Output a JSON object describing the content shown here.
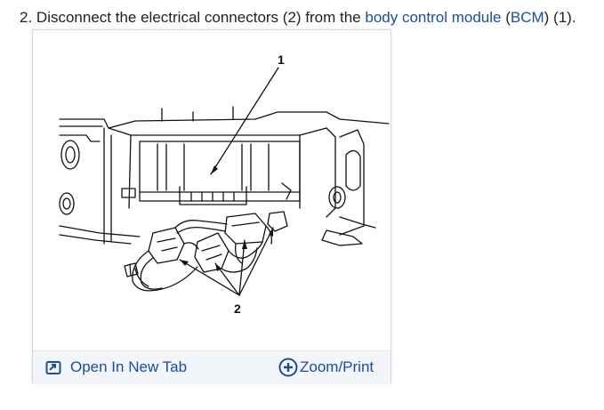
{
  "instruction": {
    "step_number": "2.",
    "text_before": "Disconnect the electrical connectors (2) from the",
    "link_text": "body control module",
    "text_middle": "(",
    "abbr_link": "BCM",
    "text_after": ") (1)."
  },
  "figure": {
    "callout_1": "1",
    "callout_2": "2",
    "open_new_tab": "Open In New Tab",
    "zoom_print": "Zoom/Print"
  },
  "colors": {
    "link": "#1a4d9a",
    "text": "#222222",
    "toolbar_bg": "#f2f5fa"
  }
}
